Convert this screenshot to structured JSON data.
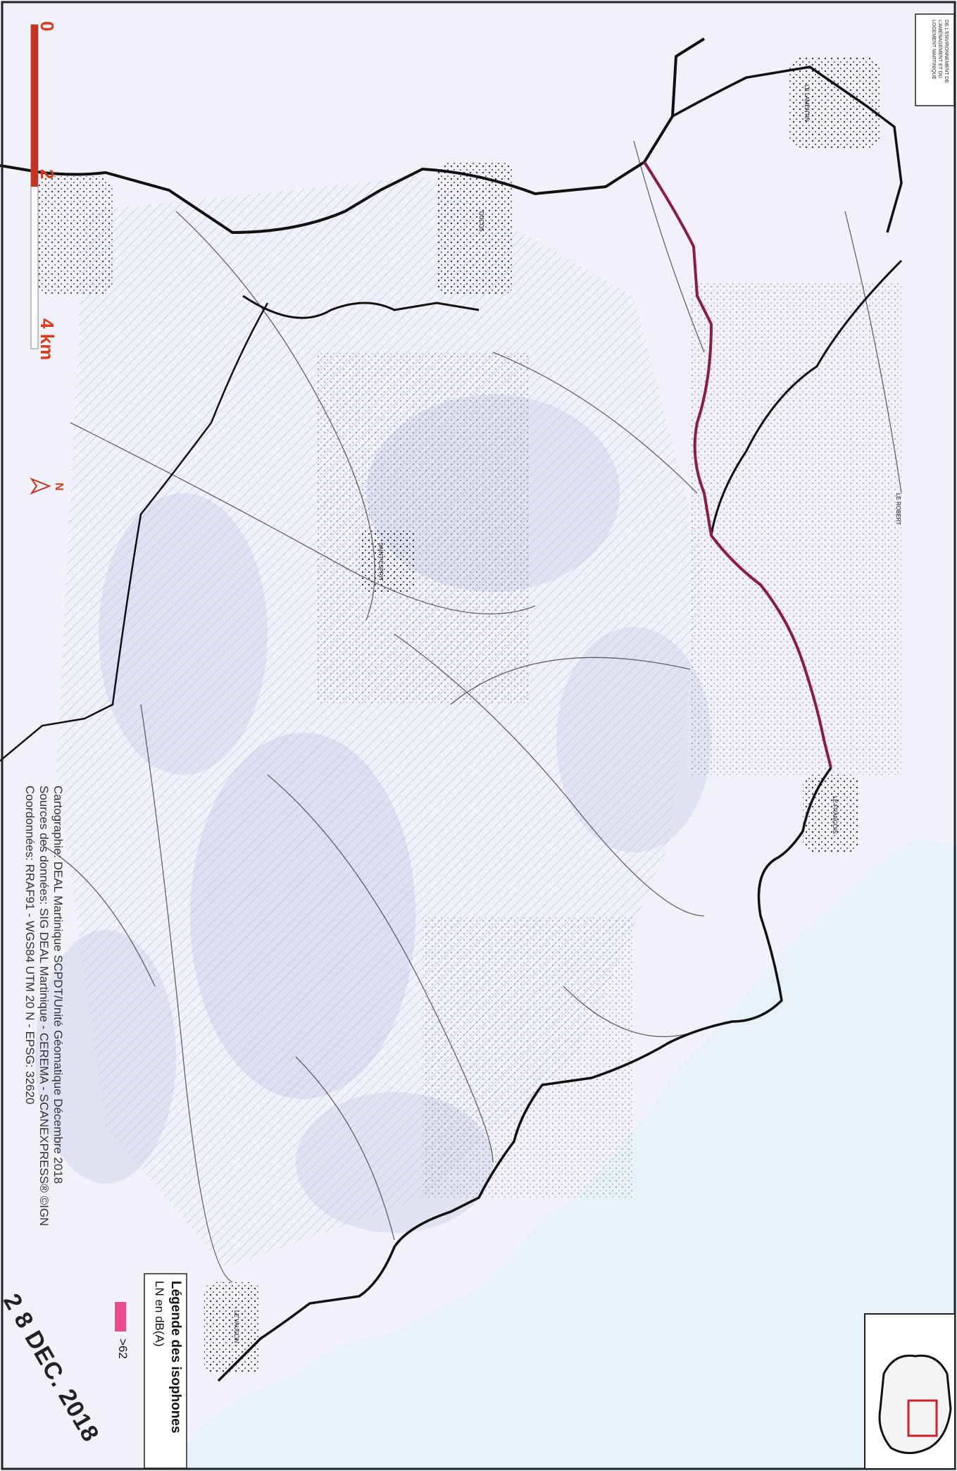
{
  "colors": {
    "sea": "#e6f1f8",
    "land": "#f1f1fa",
    "relief": "#b8bfe0",
    "road": "#111111",
    "noise_road": "#8a1c45",
    "noise_legend": "#e94e8a",
    "scale_bar": "#c8321f",
    "inset_frame": "#d0202a"
  },
  "scale": {
    "zero": "0",
    "two": "2",
    "four": "4 km"
  },
  "north_label": "N",
  "credits": {
    "line1": "Cartographie: DEAL Martinique SCPDT/Unité Géomatique    Décembre 2018",
    "line2": "Sources des données: SIG DEAL Martinique - CEREMA - SCANEXPRESS® ©IGN",
    "line3": "Coordonnées: RRAF91 - WGS84 UTM 20 N - EPSG: 32620"
  },
  "legend": {
    "title": "Légende des isophones",
    "subtitle": "LN en dB(A)",
    "item": ">62"
  },
  "stamp": "2 8 DEC. 2018",
  "header_block": "DE L'ENVIRONNEMENT DE L'AMÉNAGEMENT ET DU LOGEMENT MARTINIQUE",
  "places": {
    "lamentin": "LE LAMENTIN",
    "francois": "LE FRANÇOIS",
    "vauclin": "LE VAUCLIN",
    "ducos": "DUCOS",
    "saint_esprit": "SAINT-ESPRIT",
    "robert": "LE ROBERT"
  }
}
